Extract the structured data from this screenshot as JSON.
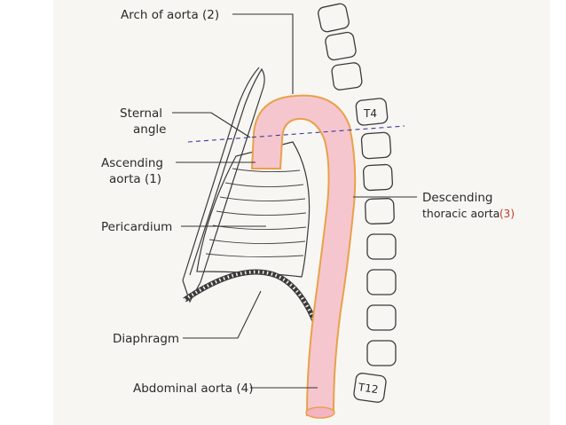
{
  "labels": {
    "arch": "Arch of aorta (2)",
    "sternal_line1": "Sternal",
    "sternal_line2": "angle",
    "ascending_line1": "Ascending",
    "ascending_line2": "aorta (1)",
    "pericardium": "Pericardium",
    "diaphragm": "Diaphragm",
    "abdominal": "Abdominal aorta (4)",
    "descending_line1": "Descending",
    "descending_line2": "thoracic aorta",
    "descending_num": "(3)",
    "t4": "T4",
    "t12": "T12"
  },
  "colors": {
    "aorta_fill": "#f6c6cf",
    "aorta_edge": "#e8a14a",
    "background": "#f7f5f1",
    "plane_line": "#3b3b9a"
  }
}
